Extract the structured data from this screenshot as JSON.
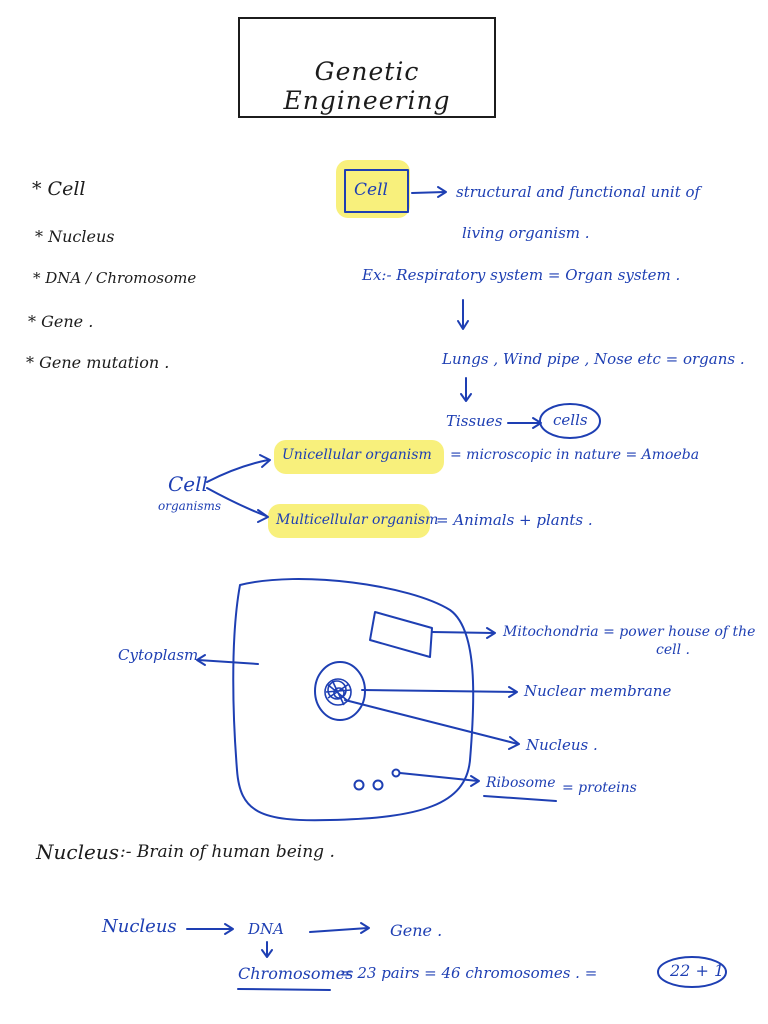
{
  "title": "Genetic Engineering",
  "topics": [
    "* Cell",
    "* Nucleus",
    "* DNA / Chromosome",
    "* Gene .",
    "* Gene mutation ."
  ],
  "cell_definition": {
    "term": "Cell",
    "line1": "structural and functional unit of",
    "line2": "living organism ."
  },
  "hierarchy": {
    "example": "Ex:- Respiratory system = Organ system .",
    "organs": "Lungs , Wind pipe , Nose etc = organs .",
    "tissues": "Tissues",
    "cells": "cells"
  },
  "organisms": {
    "root_main": "Cell",
    "root_sub": "organisms",
    "unicellular": "Unicellular organism",
    "unicellular_desc": "= microscopic in nature = Amoeba",
    "multicellular": "Multicellular organism",
    "multicellular_desc": "= Animals + plants ."
  },
  "diagram": {
    "cytoplasm": "Cytoplasm",
    "mitochondria_line1": "Mitochondria = power house of the",
    "mitochondria_line2": "cell .",
    "nuclear_membrane": "Nuclear membrane",
    "nucleus": "Nucleus .",
    "ribosome": "Ribosome",
    "ribosome_desc": "= proteins"
  },
  "nucleus_note": {
    "term": "Nucleus",
    "desc": ":- Brain of human being ."
  },
  "flow": {
    "nucleus": "Nucleus",
    "dna": "DNA",
    "gene": "Gene .",
    "chromosomes": "Chromosomes",
    "pairs": "= 23 pairs = 46 chromosomes . =",
    "formula": "22 + 1"
  },
  "colors": {
    "ink_black": "#1c1c1c",
    "ink_blue": "#1e3fb3",
    "highlight": "#f8f07c"
  }
}
